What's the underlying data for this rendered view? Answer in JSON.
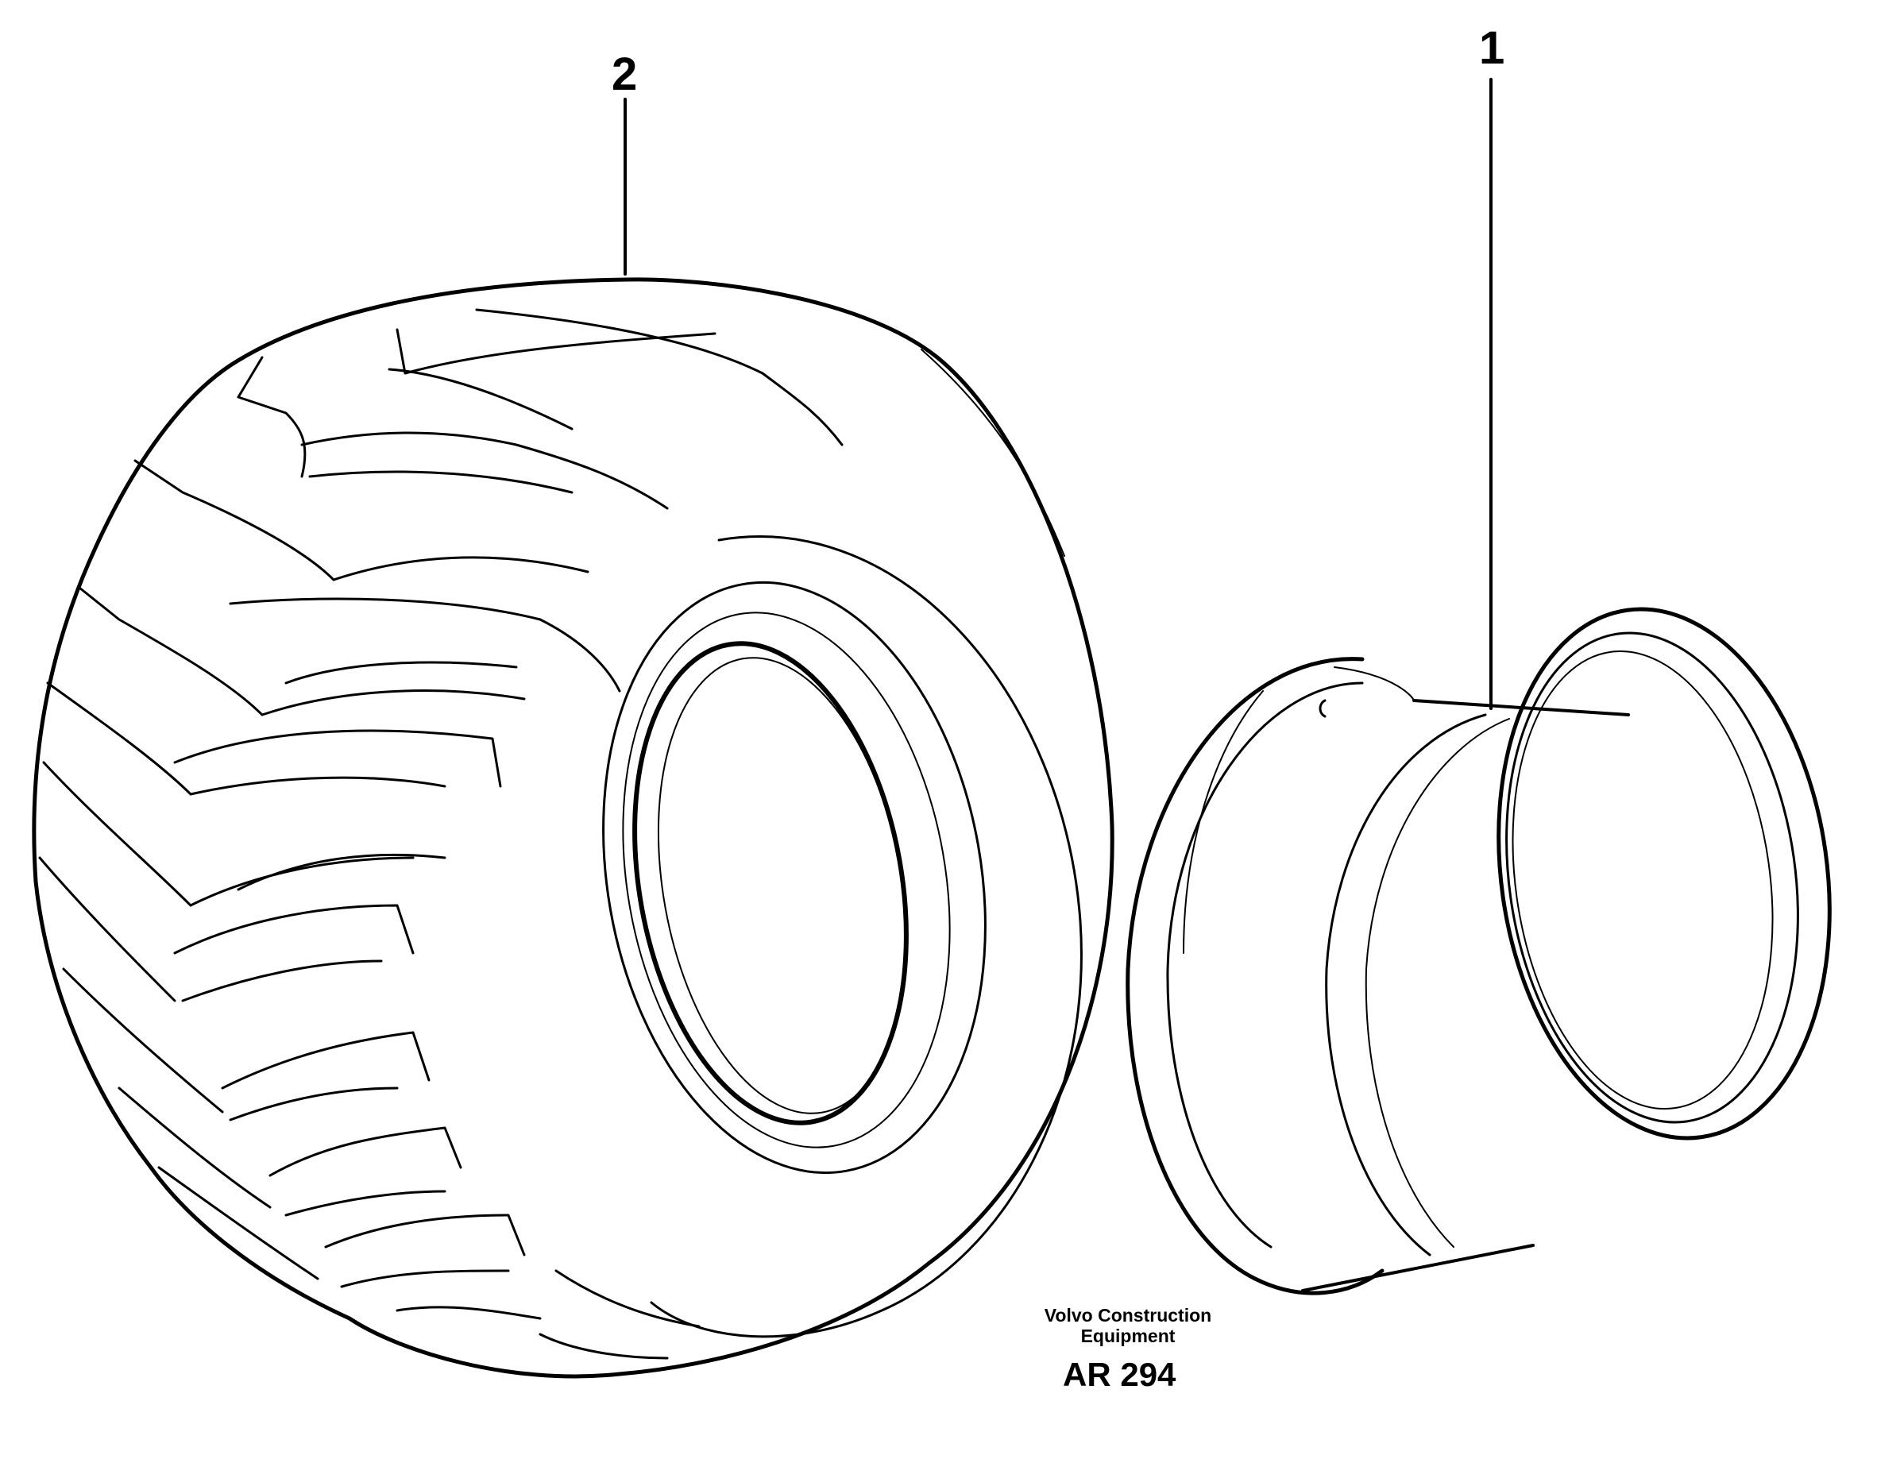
{
  "callouts": [
    {
      "number": "1",
      "part": "rim"
    },
    {
      "number": "2",
      "part": "tyre"
    }
  ],
  "credit": {
    "line1": "Volvo Construction",
    "line2": "Equipment"
  },
  "reference": "AR 294",
  "colors": {
    "ink": "#000000",
    "paper": "#ffffff"
  }
}
